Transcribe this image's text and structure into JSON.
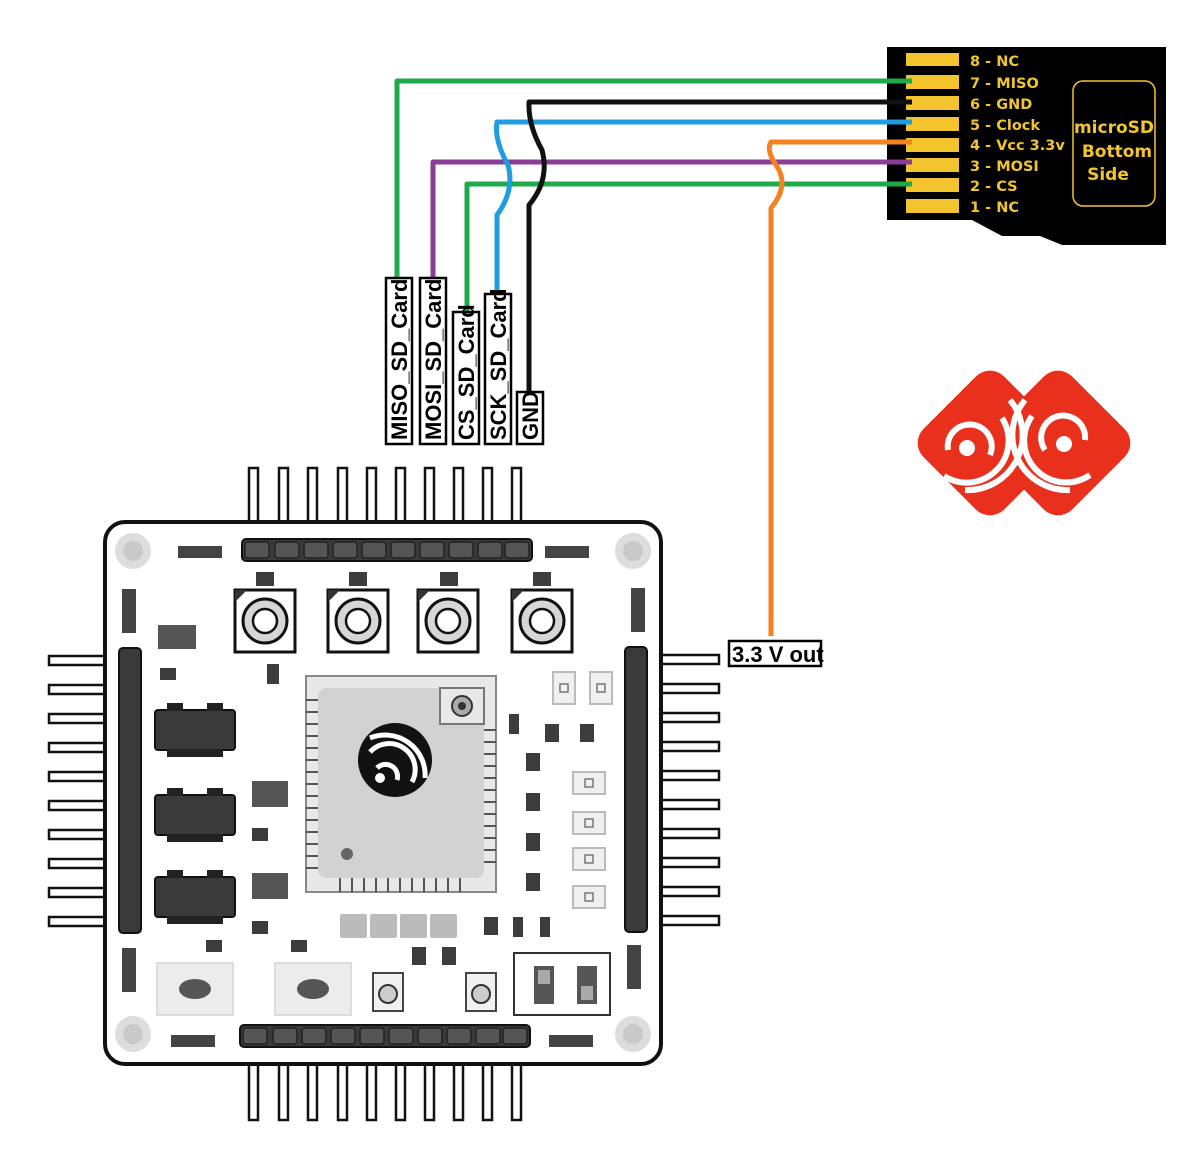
{
  "microsd": {
    "side_label": [
      "microSD",
      "Bottom",
      "Side"
    ],
    "pins": [
      "8 - NC",
      "7 - MISO",
      "6 - GND",
      "5 - Clock",
      "4 - Vcc 3.3v",
      "3 - MOSI",
      "2 - CS",
      "1 - NC"
    ]
  },
  "signal_labels": {
    "miso": "MISO_SD_Card",
    "mosi": "MOSI_SD_Card",
    "cs": "CS_SD_Card",
    "sck": "SCK_SD_Card",
    "gnd": "GND"
  },
  "power_label": "3.3 V out",
  "colors": {
    "miso": "#1eaa4a",
    "mosi": "#8b3d96",
    "cs": "#1eaa4a",
    "sck": "#1e9ee0",
    "gnd": "#111111",
    "vcc": "#f58220",
    "sd_body": "#000000",
    "sd_contacts": "#f2c42e",
    "logo_red": "#e8301c"
  },
  "icons": [
    "microsd-card-icon",
    "espressif-logo-icon",
    "esp32-chip-logo-icon"
  ]
}
